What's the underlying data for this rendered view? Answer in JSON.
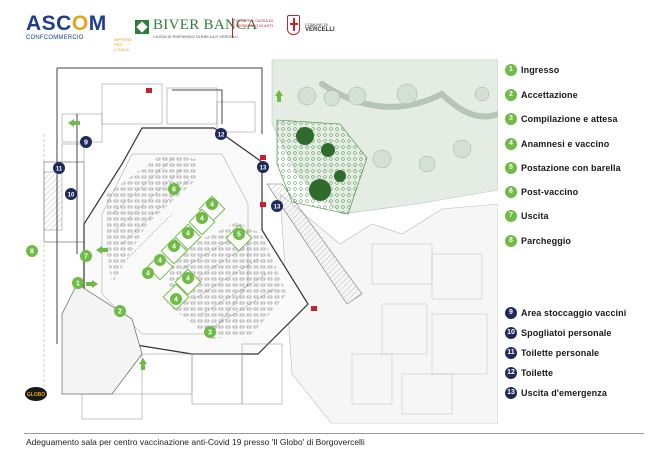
{
  "header": {
    "ascom": {
      "word_a": "ASC",
      "word_o": "O",
      "word_b": "M",
      "sub": "CONFCOMMERCIO",
      "sub2": "IMPRESE PER L'ITALIA"
    },
    "biver": {
      "name": "BIVER BANCA",
      "sub": "CASSA DI RISPARMIO DI BIELLA E VERCELLI",
      "group": "GRUPPO CASSA DI RISPARMIO DI ASTI"
    },
    "comune": {
      "label": "COMUNE DI",
      "name": "VERCELLI"
    }
  },
  "map": {
    "exterior_label": "8",
    "logo_text": "GLOBO",
    "green_markers": [
      {
        "num": "1",
        "role": "ingresso"
      },
      {
        "num": "2",
        "role": "accettazione"
      },
      {
        "num": "3",
        "role": "compilazione"
      },
      {
        "num": "4",
        "role": "anamnesi"
      },
      {
        "num": "5",
        "role": "barella"
      },
      {
        "num": "6",
        "role": "post-vaccino"
      },
      {
        "num": "7",
        "role": "uscita"
      },
      {
        "num": "8",
        "role": "parcheggio"
      }
    ],
    "navy_markers": [
      {
        "num": "9",
        "role": "stoccaggio"
      },
      {
        "num": "10",
        "role": "spogliatoi"
      },
      {
        "num": "11",
        "role": "toilette-personale"
      },
      {
        "num": "12",
        "role": "toilette"
      },
      {
        "num": "13",
        "role": "uscita-emergenza"
      }
    ]
  },
  "legend": {
    "items": [
      {
        "num": "1",
        "label": "Ingresso",
        "color": "green"
      },
      {
        "num": "2",
        "label": "Accettazione",
        "color": "green"
      },
      {
        "num": "3",
        "label": "Compilazione e attesa",
        "color": "green"
      },
      {
        "num": "4",
        "label": "Anamnesi e vaccino",
        "color": "green"
      },
      {
        "num": "5",
        "label": "Postazione con barella",
        "color": "green"
      },
      {
        "num": "6",
        "label": "Post-vaccino",
        "color": "green"
      },
      {
        "num": "7",
        "label": "Uscita",
        "color": "green"
      },
      {
        "num": "8",
        "label": "Parcheggio",
        "color": "green"
      },
      {
        "num": "9",
        "label": "Area stoccaggio vaccini",
        "color": "navy"
      },
      {
        "num": "10",
        "label": "Spogliatoi personale",
        "color": "navy"
      },
      {
        "num": "11",
        "label": "Toilette personale",
        "color": "navy"
      },
      {
        "num": "12",
        "label": "Toilette",
        "color": "navy"
      },
      {
        "num": "13",
        "label": "Uscita d'emergenza",
        "color": "navy"
      }
    ]
  },
  "colors": {
    "green": "#6fbb45",
    "navy": "#1f2a5c",
    "brand_blue": "#1d3d8f",
    "brand_gold": "#e8a21b",
    "bank_green": "#2f7d3a",
    "city_red": "#c8202f"
  },
  "caption": "Adeguamento sala per centro vaccinazione anti-Covid 19 presso 'Il Globo' di Borgovercelli"
}
